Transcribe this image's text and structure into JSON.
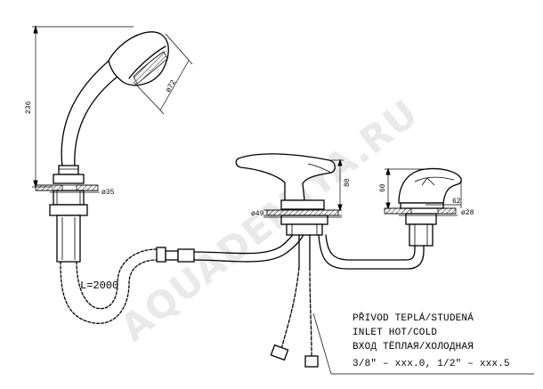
{
  "watermark": "AQUADEMIYA.RU",
  "dimensions": {
    "shower_height": "236",
    "head_diameter": "ø72",
    "shower_base": "ø35",
    "spout_height": "80",
    "spout_base": "ø49",
    "lever_height": "60",
    "lever_length": "62",
    "lever_base": "ø28",
    "hose_length": "L=2000"
  },
  "inlet_note": {
    "line1": "PŘIVOD TEPLÁ/STUDENÁ",
    "line2": "INLET HOT/COLD",
    "line3": "ВХОД ТЁПЛАЯ/ХОЛОДНАЯ",
    "line4": "3/8\" – xxx.0, 1/2\" – xxx.5"
  }
}
